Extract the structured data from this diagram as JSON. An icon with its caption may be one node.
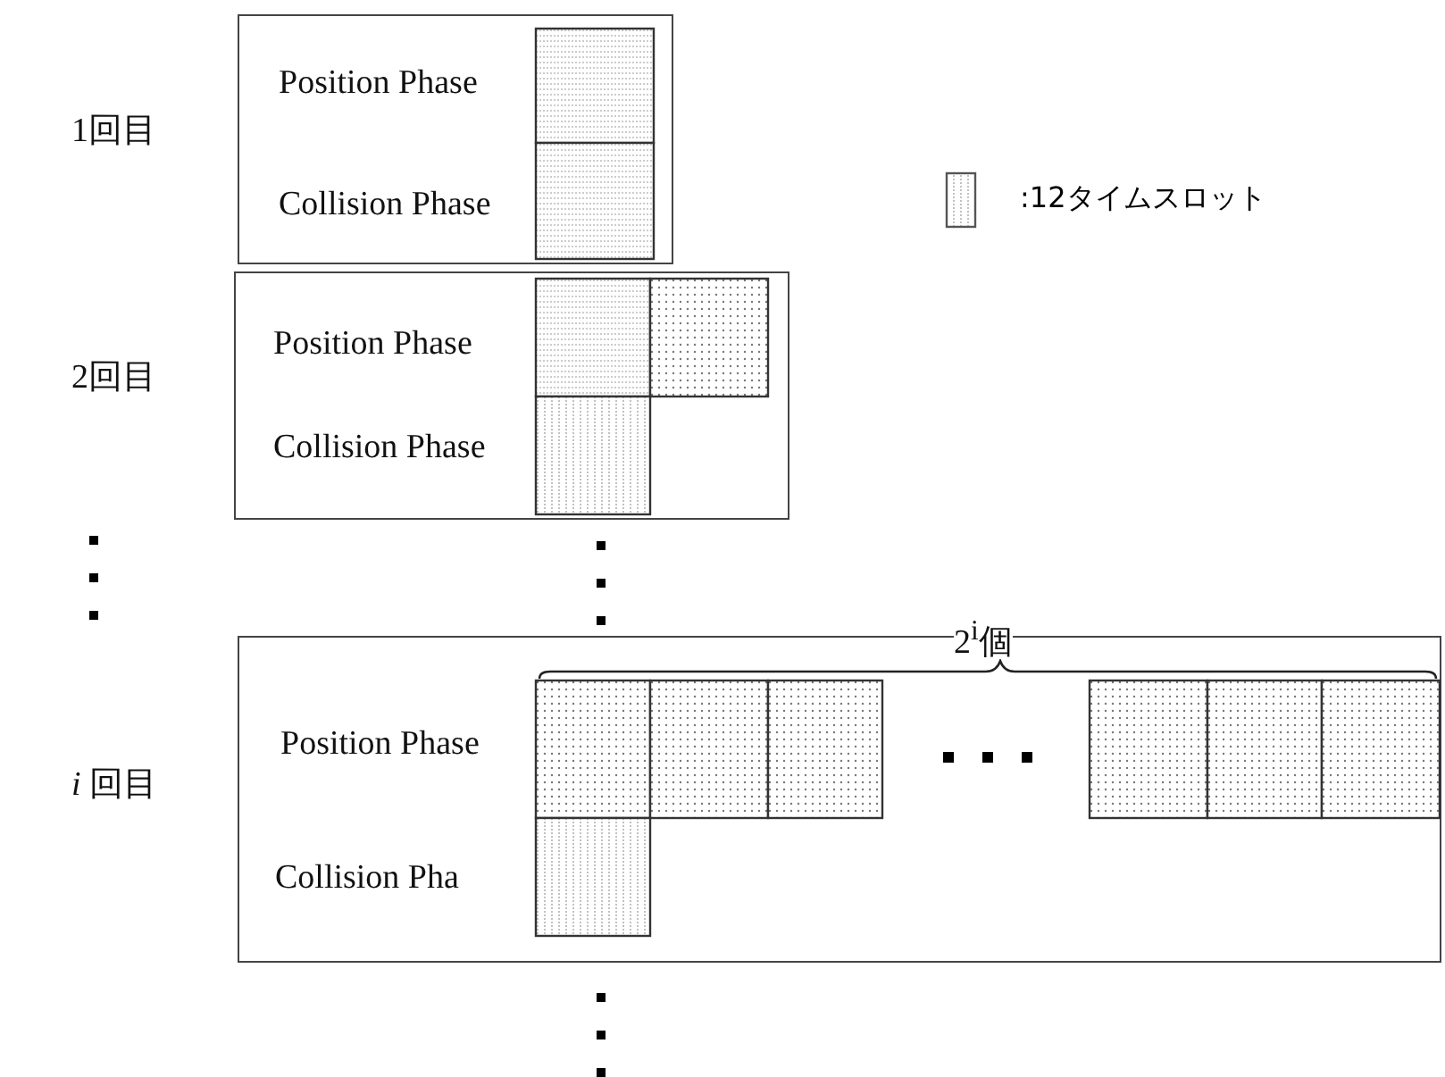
{
  "diagram": {
    "nodes": [
      {
        "text": [
          "Position Phase",
          "Collision Phase"
        ]
      },
      {
        "text": [],
        "shape": "box",
        "in": 0
      },
      {
        "text": [],
        "shape": "box",
        "in": 0
      },
      {
        "text": [
          "Position Phase",
          "Collision Phase"
        ]
      },
      {
        "text": [],
        "shape": "box",
        "in": 3
      },
      {
        "text": [],
        "shape": "box",
        "in": 3
      },
      {
        "text": [],
        "shape": "box",
        "in": 3
      },
      {
        "text": [
          "Position Phase",
          "Collision Pha"
        ]
      },
      {
        "text": [],
        "shape": "box",
        "in": 7
      },
      {
        "text": [],
        "shape": "box",
        "in": 7
      },
      {
        "text": [],
        "shape": "box",
        "in": 7
      },
      {
        "text": [],
        "shape": "box",
        "in": 7
      },
      {
        "text": [],
        "shape": "box",
        "in": 7
      },
      {
        "text": [],
        "shape": "box",
        "in": 7
      },
      {
        "text": [],
        "shape": "box",
        "in": 7
      }
    ],
    "labels": [
      "1回目",
      "2回目",
      "*i* 回目",
      "2$^{i}$個"
    ],
    "legend": [
      {
        "text": ":12タイムスロット"
      }
    ]
  }
}
